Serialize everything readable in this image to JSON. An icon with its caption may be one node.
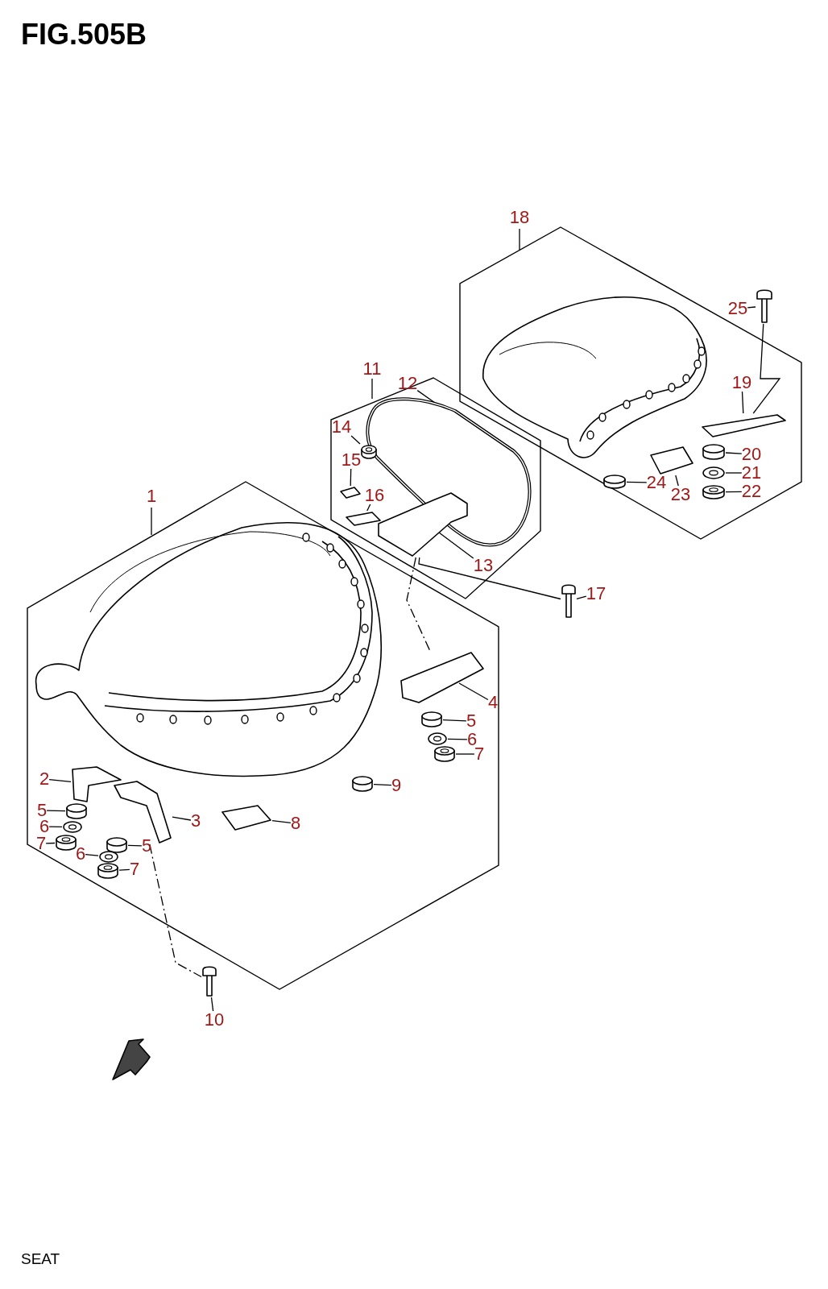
{
  "diagram": {
    "title": "FIG.505B",
    "caption": "SEAT",
    "nodes": [
      {
        "text": [
          "18"
        ]
      },
      {
        "text": [
          "25"
        ],
        "in": 0
      },
      {
        "text": [
          "19"
        ],
        "in": 0
      },
      {
        "text": [
          "20"
        ],
        "in": 0
      },
      {
        "text": [
          "24"
        ],
        "in": 0
      },
      {
        "text": [
          "21"
        ],
        "in": 0
      },
      {
        "text": [
          "23"
        ],
        "in": 0
      },
      {
        "text": [
          "22"
        ],
        "in": 0
      },
      {
        "text": [
          "11"
        ]
      },
      {
        "text": [
          "12"
        ],
        "in": 8
      },
      {
        "text": [
          "15"
        ],
        "in": 8
      },
      {
        "text": [
          "14"
        ],
        "in": 8
      },
      {
        "text": [
          "13"
        ],
        "in": 8
      },
      {
        "text": [
          "16"
        ],
        "in": 8
      },
      {
        "text": [
          "1"
        ]
      },
      {
        "text": [
          "17"
        ]
      },
      {
        "text": [
          "4"
        ],
        "in": 14
      },
      {
        "text": [
          "5"
        ],
        "in": 14
      },
      {
        "text": [
          "6"
        ],
        "in": 14
      },
      {
        "text": [
          "7"
        ],
        "in": 14
      },
      {
        "text": [
          "2"
        ],
        "in": 14
      },
      {
        "text": [
          "9"
        ],
        "in": 14
      },
      {
        "text": [
          "5"
        ],
        "in": 14
      },
      {
        "text": [
          "3"
        ],
        "in": 14
      },
      {
        "text": [
          "8"
        ],
        "in": 14
      },
      {
        "text": [
          "6"
        ],
        "in": 14
      },
      {
        "text": [
          "7"
        ],
        "in": 14
      },
      {
        "text": [
          "5"
        ],
        "in": 14
      },
      {
        "text": [
          "6"
        ],
        "in": 14
      },
      {
        "text": [
          "7"
        ],
        "in": 14
      },
      {
        "text": [
          "10"
        ]
      },
      {
        "text": [],
        "shape": "picture",
        "in": 0
      },
      {
        "text": [],
        "shape": "picture",
        "in": 0
      },
      {
        "text": [],
        "shape": "cylinder",
        "in": 0
      },
      {
        "text": [],
        "shape": "cylinder",
        "in": 0
      },
      {
        "text": [],
        "shape": "picture",
        "in": 0
      },
      {
        "text": [],
        "shape": "picture",
        "in": 0
      },
      {
        "text": [],
        "shape": "cylinder",
        "in": 0
      },
      {
        "text": [],
        "shape": "picture",
        "in": 8
      },
      {
        "text": [],
        "shape": "picture",
        "in": 8
      },
      {
        "text": [],
        "shape": "cylinder",
        "in": 8
      },
      {
        "text": [],
        "shape": "picture",
        "in": 8
      },
      {
        "text": [],
        "shape": "picture",
        "in": 8
      },
      {
        "text": [],
        "shape": "picture"
      },
      {
        "text": [],
        "shape": "picture",
        "in": 14
      },
      {
        "text": [],
        "shape": "cylinder",
        "in": 14
      },
      {
        "text": [],
        "shape": "picture",
        "in": 14
      },
      {
        "text": [],
        "shape": "cylinder",
        "in": 14
      },
      {
        "text": [],
        "shape": "picture",
        "in": 14
      },
      {
        "text": [],
        "shape": "cylinder",
        "in": 14
      },
      {
        "text": [],
        "shape": "cylinder",
        "in": 14
      },
      {
        "text": [],
        "shape": "picture",
        "in": 14
      },
      {
        "text": [],
        "shape": "picture",
        "in": 14
      },
      {
        "text": [],
        "shape": "picture",
        "in": 14
      },
      {
        "text": [],
        "shape": "cylinder",
        "in": 14
      },
      {
        "text": [],
        "shape": "cylinder",
        "in": 14
      },
      {
        "text": [],
        "shape": "picture",
        "in": 14
      },
      {
        "text": [],
        "shape": "cylinder",
        "in": 14
      },
      {
        "text": [],
        "shape": "picture"
      }
    ],
    "edges": [
      {
        "from": 1,
        "to": 31,
        "arrow": "none"
      },
      {
        "from": 2,
        "to": 32,
        "arrow": "none"
      },
      {
        "from": 3,
        "to": 33,
        "arrow": "none"
      },
      {
        "from": 4,
        "to": 34,
        "arrow": "none"
      },
      {
        "from": 5,
        "to": 35,
        "arrow": "none"
      },
      {
        "from": 6,
        "to": 36,
        "arrow": "none"
      },
      {
        "from": 7,
        "to": 37,
        "arrow": "none"
      },
      {
        "from": 9,
        "to": 38,
        "arrow": "none"
      },
      {
        "from": 10,
        "to": 39,
        "arrow": "none"
      },
      {
        "from": 11,
        "to": 40,
        "arrow": "none"
      },
      {
        "from": 12,
        "to": 41,
        "arrow": "none"
      },
      {
        "from": 13,
        "to": 42,
        "arrow": "none"
      },
      {
        "from": 15,
        "to": 43,
        "arrow": "none"
      },
      {
        "from": 16,
        "to": 44,
        "arrow": "none"
      },
      {
        "from": 17,
        "to": 45,
        "arrow": "none"
      },
      {
        "from": 18,
        "to": 46,
        "arrow": "none"
      },
      {
        "from": 19,
        "to": 47,
        "arrow": "none"
      },
      {
        "from": 20,
        "to": 48,
        "arrow": "none"
      },
      {
        "from": 21,
        "to": 49,
        "arrow": "none"
      },
      {
        "from": 22,
        "to": 50,
        "arrow": "none"
      },
      {
        "from": 23,
        "to": 51,
        "arrow": "none"
      },
      {
        "from": 24,
        "to": 52,
        "arrow": "none"
      },
      {
        "from": 25,
        "to": 53,
        "arrow": "none"
      },
      {
        "from": 26,
        "to": 54,
        "arrow": "none"
      },
      {
        "from": 27,
        "to": 55,
        "arrow": "none"
      },
      {
        "from": 28,
        "to": 56,
        "arrow": "none"
      },
      {
        "from": 29,
        "to": 57,
        "arrow": "none"
      },
      {
        "from": 30,
        "to": 58,
        "arrow": "none"
      },
      {
        "from": 31,
        "to": 32,
        "arrow": "none"
      },
      {
        "from": 41,
        "to": 43,
        "arrow": "none"
      },
      {
        "from": 41,
        "to": 44,
        "arrow": "none",
        "style": "dashed"
      },
      {
        "from": 51,
        "to": 58,
        "arrow": "none",
        "style": "dashed"
      }
    ]
  }
}
